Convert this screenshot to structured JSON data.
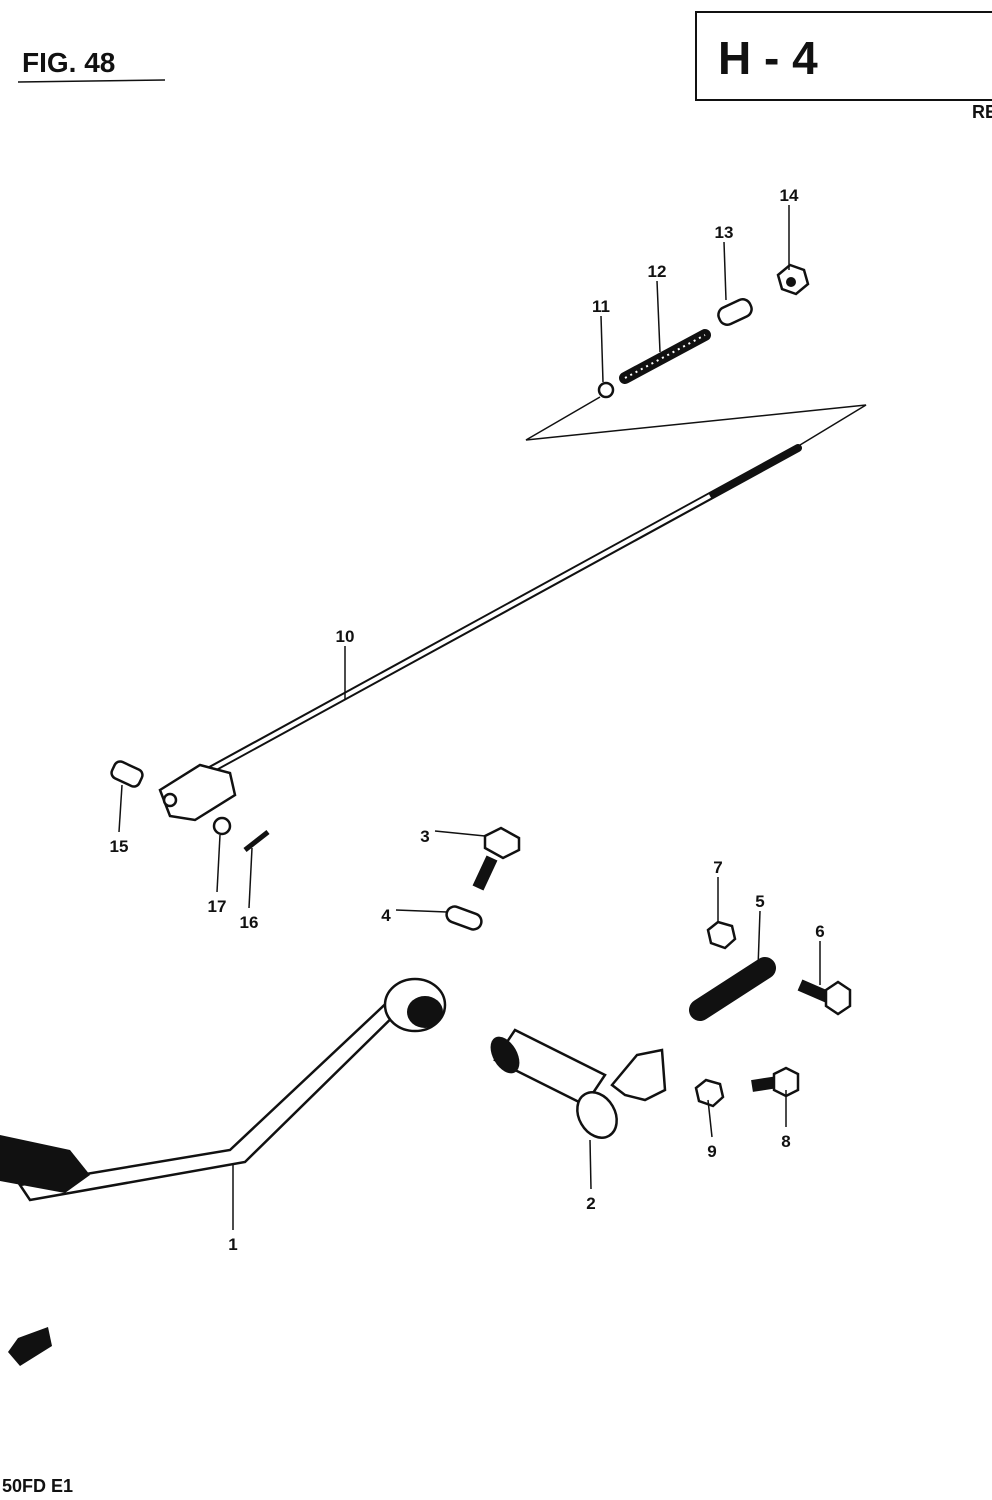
{
  "header": {
    "figure": "FIG. 48",
    "section_code": "H - 4",
    "margin_text": "RE"
  },
  "footer": {
    "model_code": "50FD  E1"
  },
  "callouts": {
    "p1": "1",
    "p2": "2",
    "p3": "3",
    "p4": "4",
    "p5": "5",
    "p6": "6",
    "p7": "7",
    "p8": "8",
    "p9": "9",
    "p10": "10",
    "p11": "11",
    "p12": "12",
    "p13": "13",
    "p14": "14",
    "p15": "15",
    "p16": "16",
    "p17": "17"
  }
}
